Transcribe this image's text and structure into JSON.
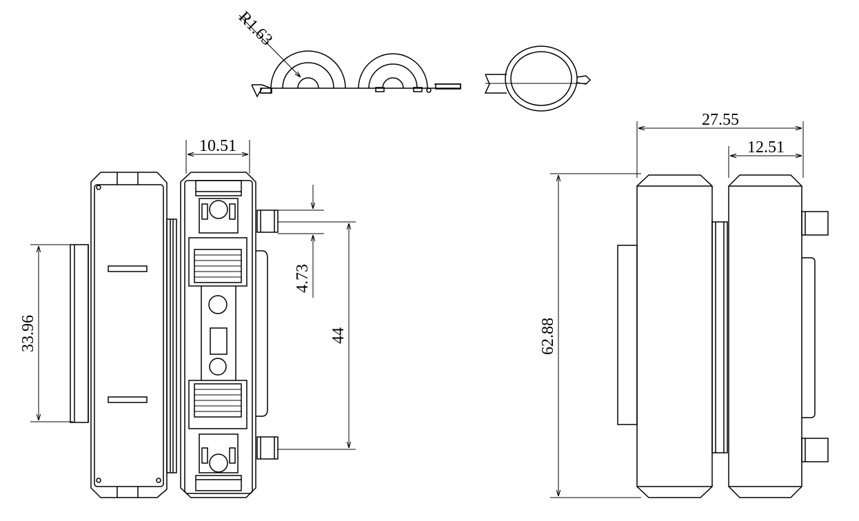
{
  "drawing": {
    "dimensions": {
      "radius": "R1.63",
      "front_width": "10.51",
      "left_height": "33.96",
      "small_gap": "4.73",
      "pitch": "44",
      "total_height": "62.88",
      "total_width": "27.55",
      "right_width": "12.51"
    },
    "colors": {
      "line": "#000000",
      "background": "#ffffff"
    }
  }
}
